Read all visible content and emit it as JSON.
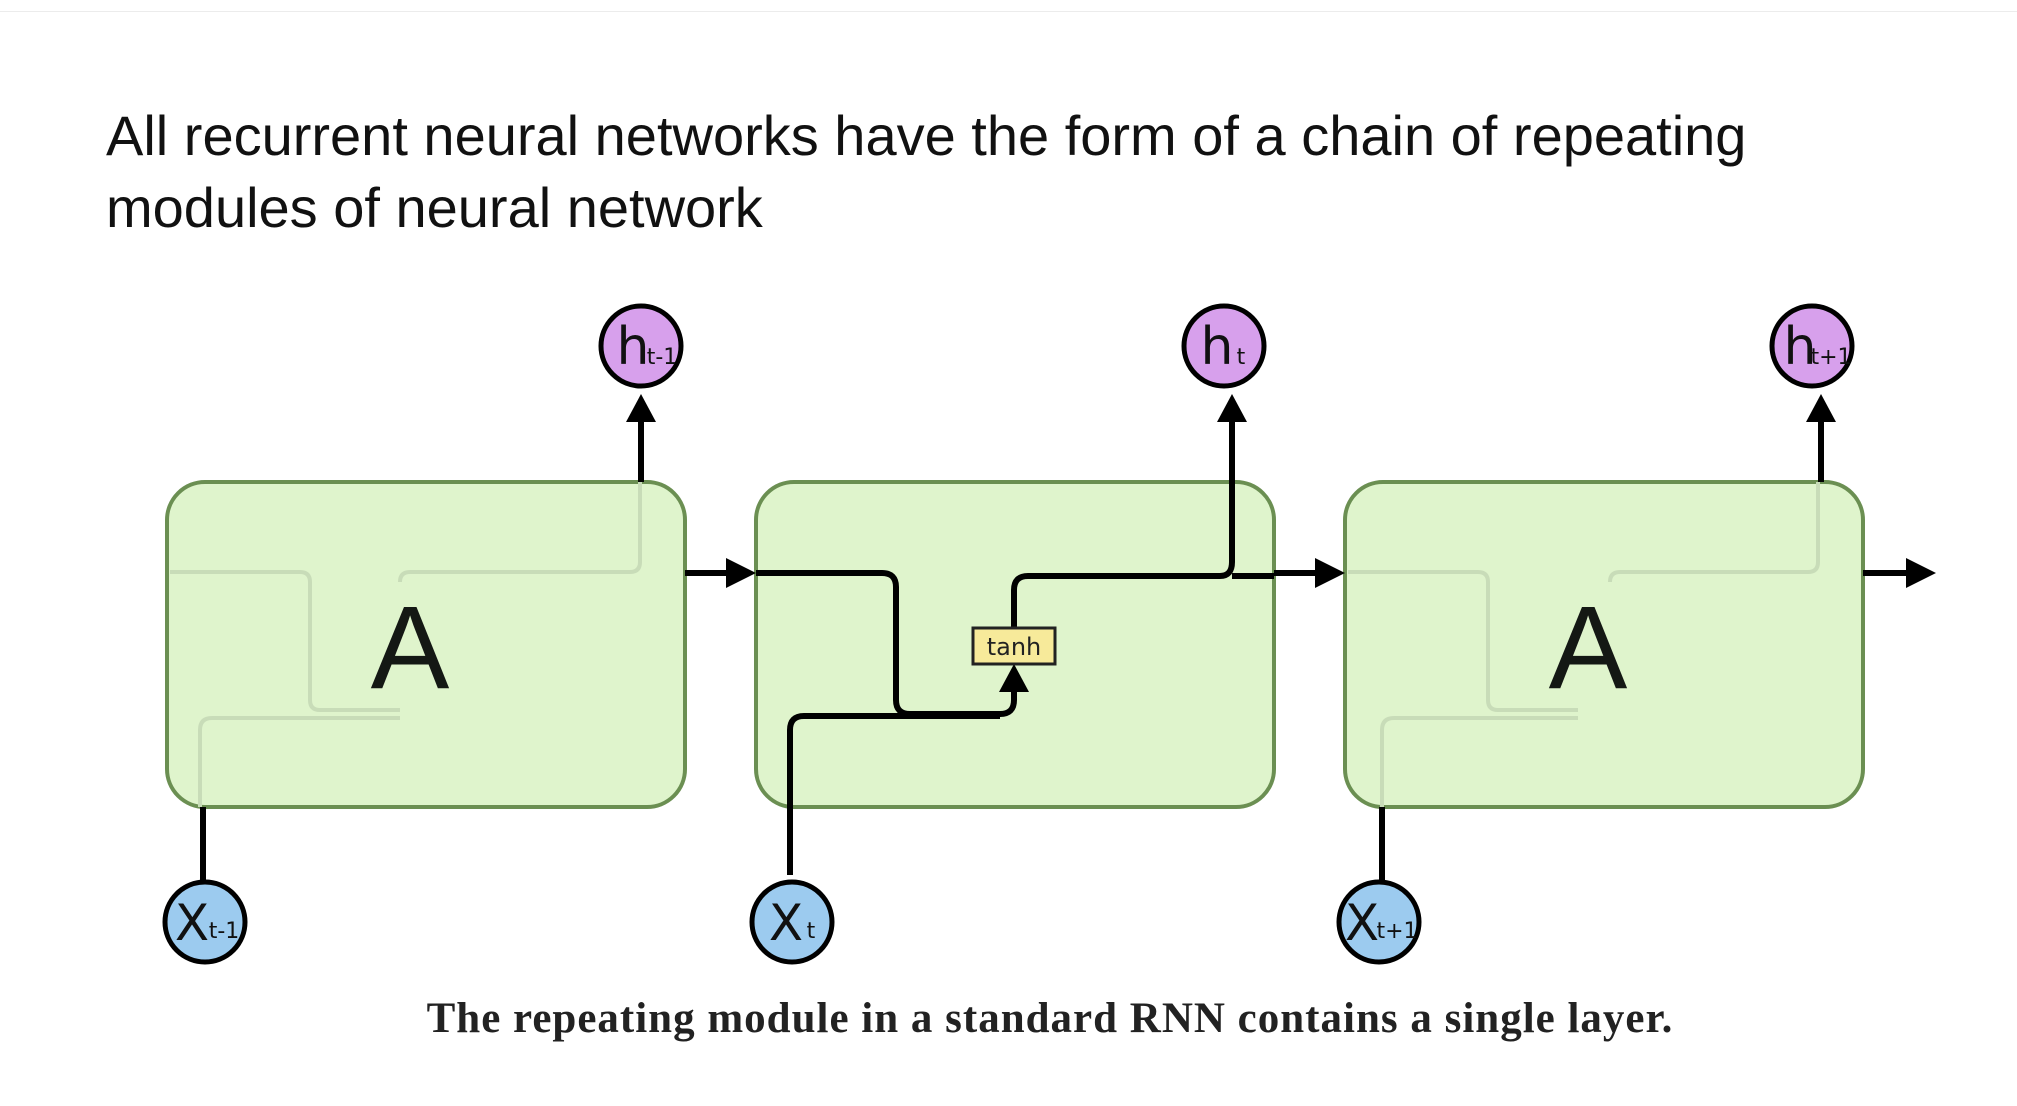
{
  "slide": {
    "title": "All recurrent neural networks have the form of a chain of repeating modules of neural network",
    "caption": "The repeating module in a standard RNN contains a single layer."
  },
  "diagram": {
    "colors": {
      "module_fill": "#dff4cc",
      "module_stroke": "#6b8f52",
      "output_node": "#d7a0ec",
      "input_node": "#9ccbef",
      "tanh_fill": "#f7ea9a",
      "line": "#000000"
    },
    "modules": [
      {
        "label": "A",
        "input": {
          "base": "X",
          "sub": "t-1"
        },
        "output": {
          "base": "h",
          "sub": "t-1"
        }
      },
      {
        "label": "",
        "layer": "tanh",
        "input": {
          "base": "X",
          "sub": "t"
        },
        "output": {
          "base": "h",
          "sub": "t"
        }
      },
      {
        "label": "A",
        "input": {
          "base": "X",
          "sub": "t+1"
        },
        "output": {
          "base": "h",
          "sub": "t+1"
        }
      }
    ]
  }
}
